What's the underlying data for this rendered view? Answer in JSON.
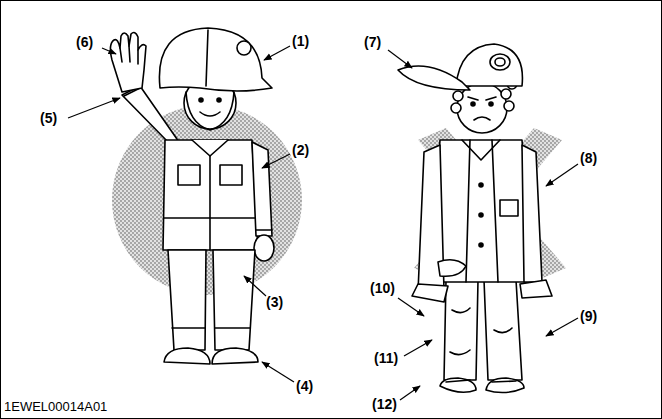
{
  "diagram": {
    "labels": [
      "(1)",
      "(2)",
      "(3)",
      "(4)",
      "(5)",
      "(6)",
      "(7)",
      "(8)",
      "(9)",
      "(10)",
      "(11)",
      "(12)",
      "1EWEL00014A01"
    ]
  }
}
